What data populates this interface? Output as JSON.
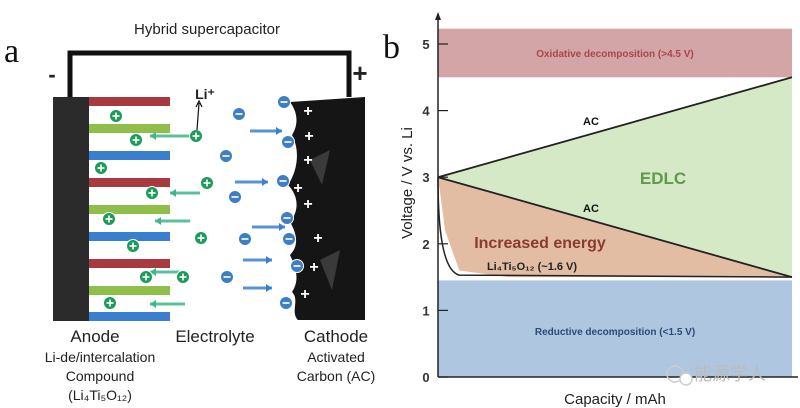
{
  "panel_a": {
    "letter": "a",
    "title": "Hybrid supercapacitor",
    "minus": "-",
    "plus": "+",
    "li_ion": "Li⁺",
    "anode": {
      "title": "Anode",
      "line1": "Li-de/intercalation",
      "line2": "Compound",
      "line3": "(Li₄Ti₅O₁₂)"
    },
    "electrolyte": "Electrolyte",
    "cathode": {
      "title": "Cathode",
      "line1": "Activated",
      "line2": "Carbon (AC)"
    },
    "colors": {
      "red_layer": "#a83a3f",
      "green_layer": "#8fbf4a",
      "blue_layer": "#3a7fcf",
      "li_ion": "#1f9a5a",
      "anion": "#3d7fc0"
    }
  },
  "panel_b": {
    "letter": "b",
    "ylabel": "Voltage / V vs. Li",
    "xlabel": "Capacity / mAh",
    "yticks": [
      "0",
      "1",
      "2",
      "3",
      "4",
      "5"
    ],
    "oxidative": "Oxidative decomposition (>4.5 V)",
    "reductive": "Reductive decomposition (<1.5 V)",
    "ac_upper": "AC",
    "ac_lower": "AC",
    "edlc": "EDLC",
    "increased_energy": "Increased energy",
    "lto": "Li₄Ti₅O₁₂ (~1.6 V)",
    "watermark": "能源学人",
    "colors": {
      "oxidative": "#d4a5a6",
      "reductive": "#afc6e0",
      "edlc": "#d6e9c6",
      "energy": "#e2bda4",
      "oxidative_text": "#a8464e",
      "reductive_text": "#2b4a78",
      "edlc_text": "#5e9a4a",
      "energy_text": "#8b3a32"
    }
  },
  "chart_data": {
    "type": "area",
    "title": "",
    "xlabel": "Capacity / mAh",
    "ylabel": "Voltage / V vs. Li",
    "ylim": [
      0,
      5.25
    ],
    "yticks": [
      0,
      1,
      2,
      3,
      4,
      5
    ],
    "regions": [
      {
        "name": "Oxidative decomposition (>4.5 V)",
        "y_range": [
          4.5,
          5.25
        ]
      },
      {
        "name": "Reductive decomposition (<1.5 V)",
        "y_range": [
          0,
          1.45
        ]
      }
    ],
    "series": [
      {
        "name": "AC (upper)",
        "x": [
          0,
          1
        ],
        "y": [
          3.0,
          4.5
        ]
      },
      {
        "name": "AC (lower)",
        "x": [
          0,
          1
        ],
        "y": [
          3.0,
          1.5
        ]
      },
      {
        "name": "Li4Ti5O12 (~1.6 V)",
        "x": [
          0,
          0.02,
          0.06,
          0.2,
          1
        ],
        "y": [
          3.0,
          2.2,
          1.6,
          1.5,
          1.5
        ]
      }
    ]
  }
}
